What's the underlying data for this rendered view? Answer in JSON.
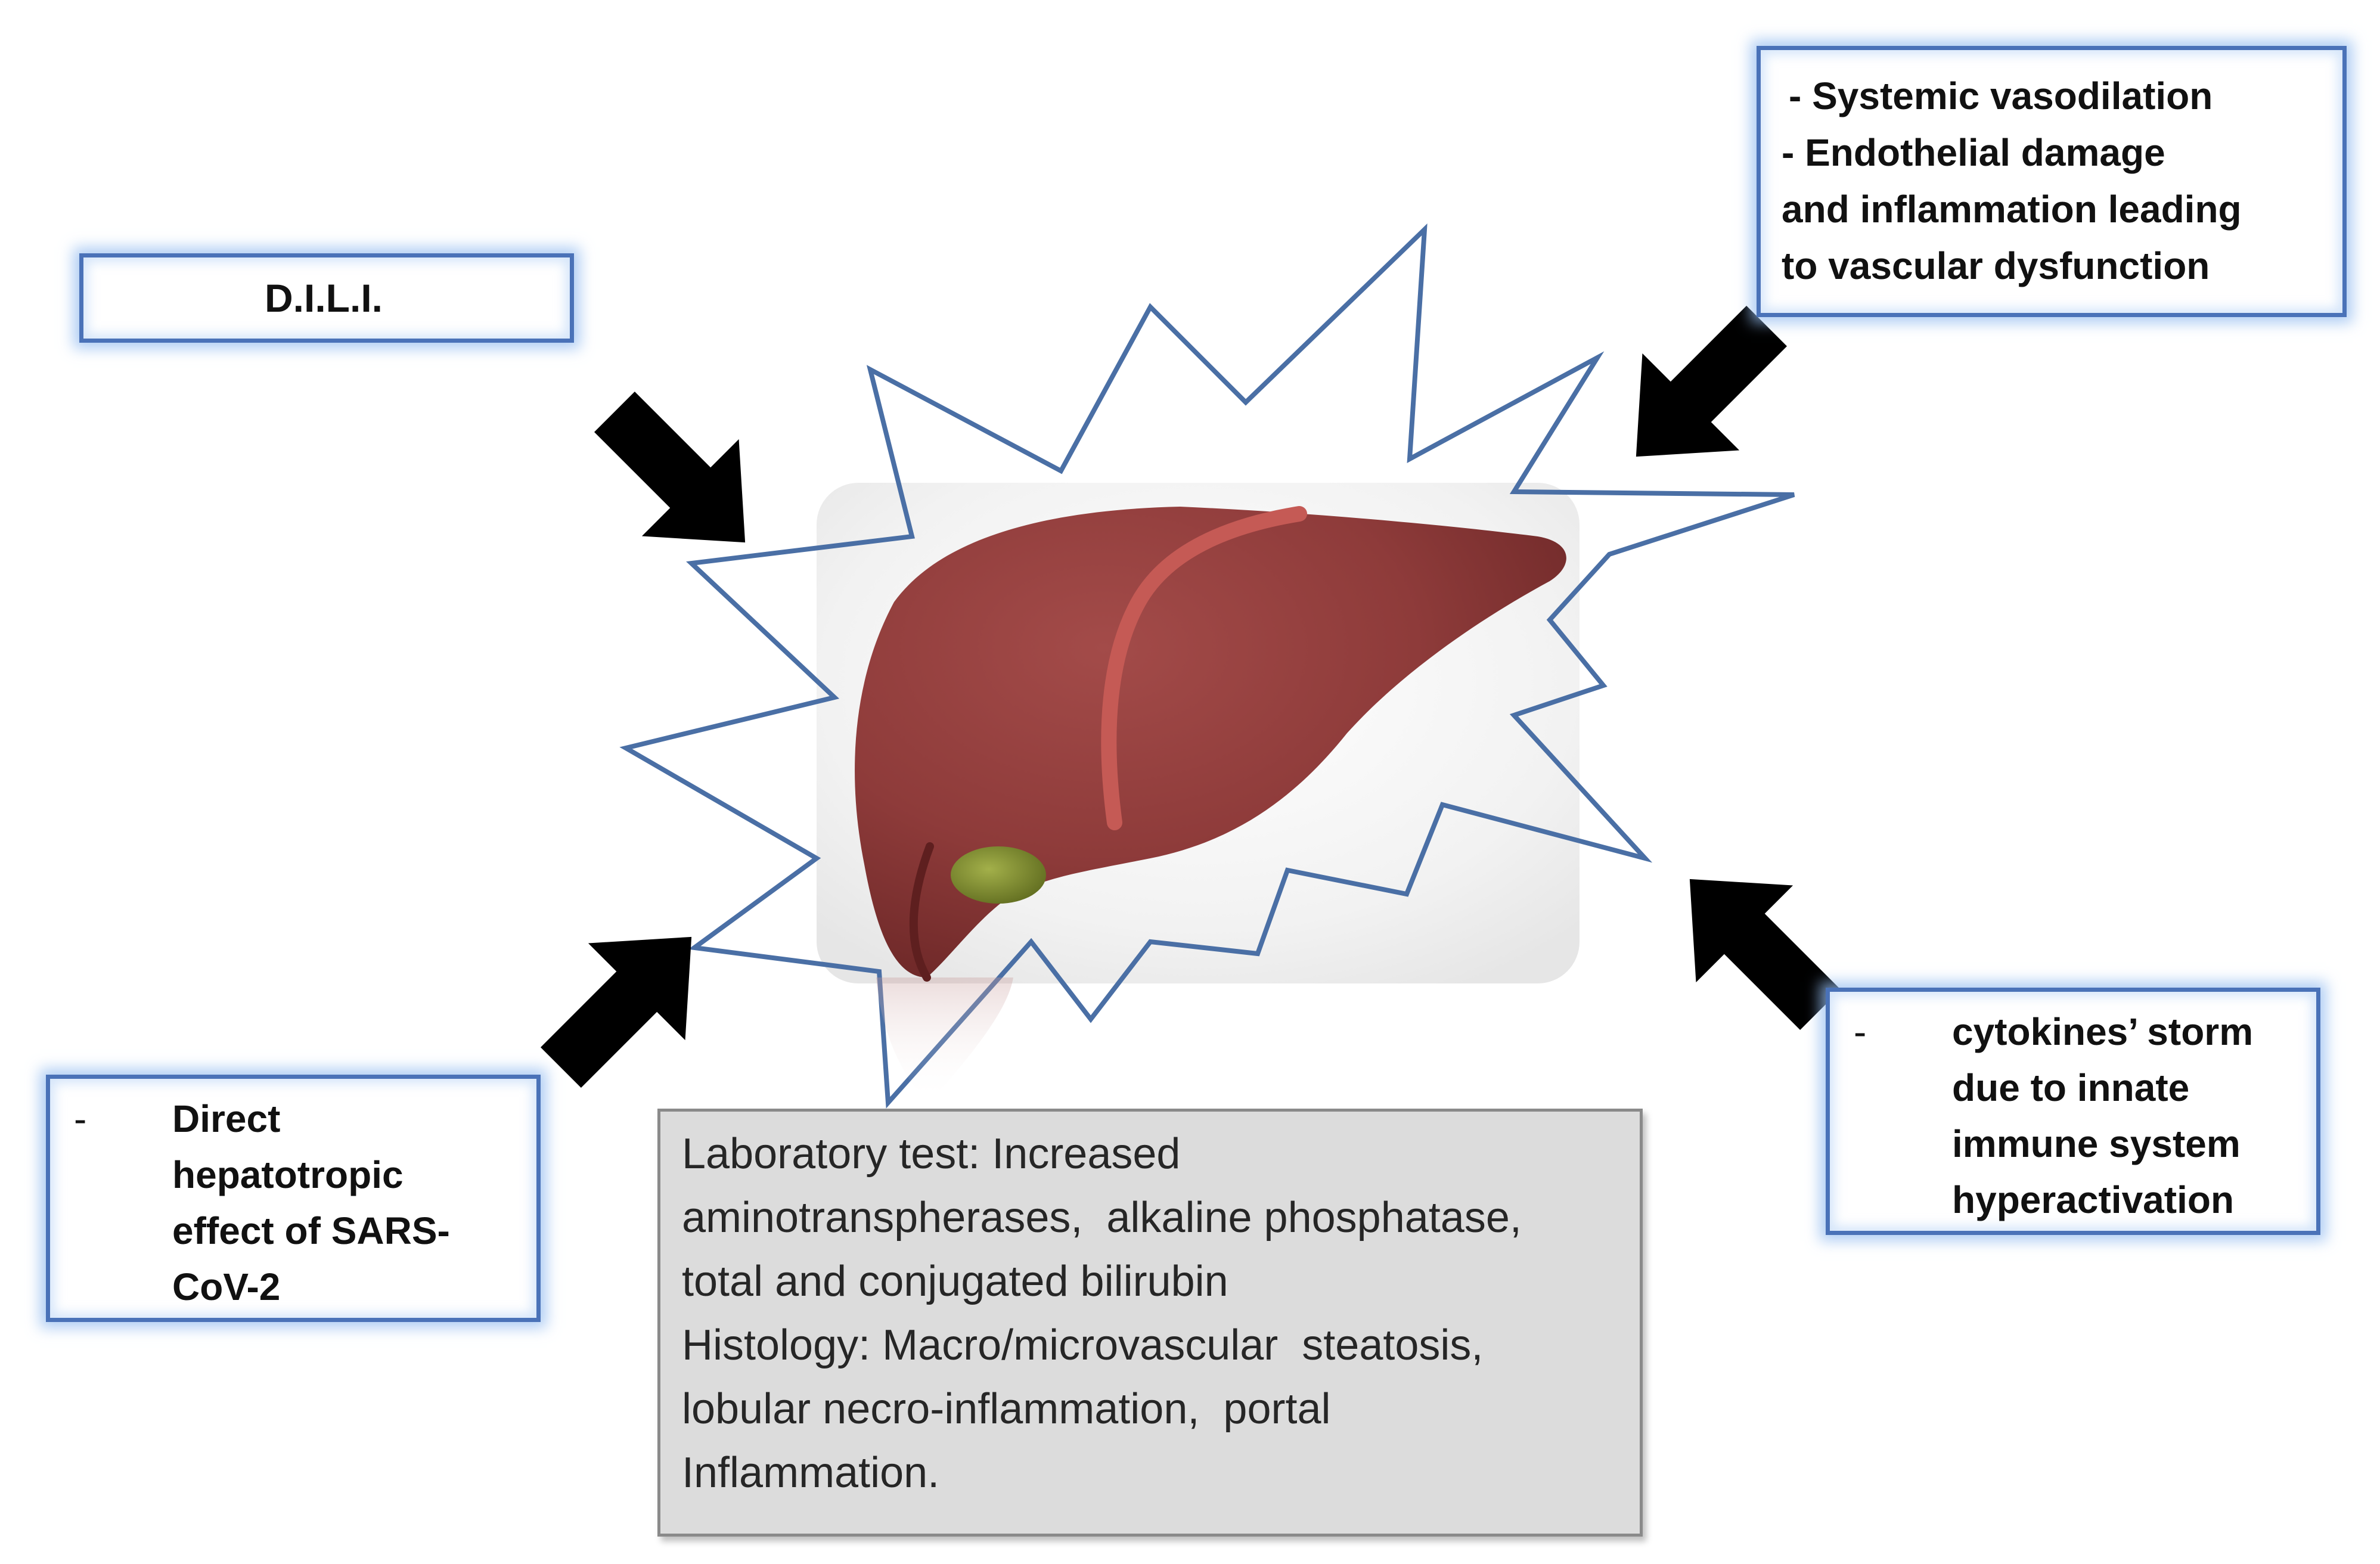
{
  "causes": {
    "dili": {
      "label": "D.I.L.I."
    },
    "vascular": {
      "lines": [
        "- Systemic vasodilation",
        "- Endothelial damage",
        "and inflammation leading",
        "to vascular dysfunction"
      ]
    },
    "direct": {
      "marker": "-",
      "lines": [
        "Direct",
        "hepatotropic",
        "effect of SARS-",
        "CoV-2"
      ]
    },
    "cytokine": {
      "marker": "-",
      "lines": [
        "cytokines’ storm",
        "due to innate",
        "immune system",
        "hyperactivation"
      ]
    }
  },
  "findings": {
    "lines": [
      "Laboratory test: Increased",
      "aminotranspherases,  alkaline phosphatase,",
      "total and conjugated bilirubin",
      "Histology: Macro/microvascular  steatosis,",
      "lobular necro-inflammation,  portal",
      "Inflammation."
    ]
  },
  "colors": {
    "box_border": "#4a72b8",
    "box_glow": "#a9c8f0",
    "starburst": "#4a6fa5",
    "arrow": "#000000",
    "liver": "#8e3b3a",
    "gallbladder": "#7e8a2e",
    "findings_fill": "#dcdcdc"
  },
  "icons": [
    "liver-illustration",
    "starburst-outline",
    "arrow-icon"
  ]
}
